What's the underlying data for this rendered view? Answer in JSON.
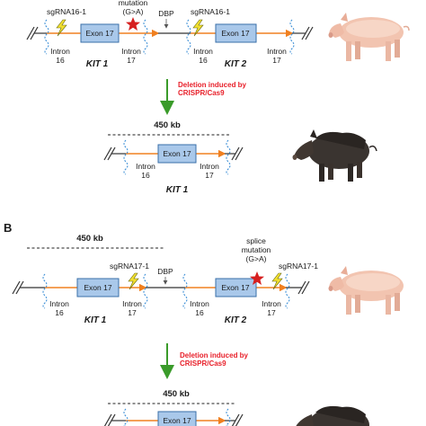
{
  "panel_a": {
    "sgrna_left": "sgRNA16-1",
    "sgrna_right": "sgRNA16-1",
    "mutation_line2": "mutation",
    "mutation_line3": "(G>A)",
    "dbp": "DBP",
    "kit1": "KIT 1",
    "kit2": "KIT 2",
    "exon_left": "Exon 17",
    "exon_right": "Exon 17",
    "intron16": [
      "Intron",
      "16"
    ],
    "intron17": [
      "Intron",
      "17"
    ],
    "deletion_line1": "Deletion induced by",
    "deletion_line2": "CRISPR/Cas9",
    "result_kb": "450 kb",
    "result_exon": "Exon 17",
    "result_intron16": [
      "Intron",
      "16"
    ],
    "result_intron17": [
      "Intron",
      "17"
    ],
    "result_kit": "KIT 1"
  },
  "panel_b": {
    "label": "B",
    "top_kb": "450 kb",
    "sgrna_left": "sgRNA17-1",
    "sgrna_right": "sgRNA17-1",
    "dbp": "DBP",
    "splice_line1": "splice",
    "splice_line2": "mutation",
    "splice_line3": "(G>A)",
    "exon_left": "Exon 17",
    "exon_right": "Exon 17",
    "intron16": [
      "Intron",
      "16"
    ],
    "intron17": [
      "Intron",
      "17"
    ],
    "kit1": "KIT 1",
    "kit2": "KIT 2",
    "deletion_line1": "Deletion induced by",
    "deletion_line2": "CRISPR/Cas9",
    "result_kb": "450 kb",
    "result_exon": "Exon 17"
  },
  "colors": {
    "exon_fill": "#a9c8ea",
    "intron_line": "#f08020",
    "cut_wave": "#3d8fd6",
    "deletion_text": "#e8202a",
    "arrow": "#3a9b2a",
    "sgrna_bolt": "#f2e030",
    "mutation_star": "#d62020",
    "domestic_pig": "#f2c4b0",
    "wild_boar": "#3a3430"
  }
}
